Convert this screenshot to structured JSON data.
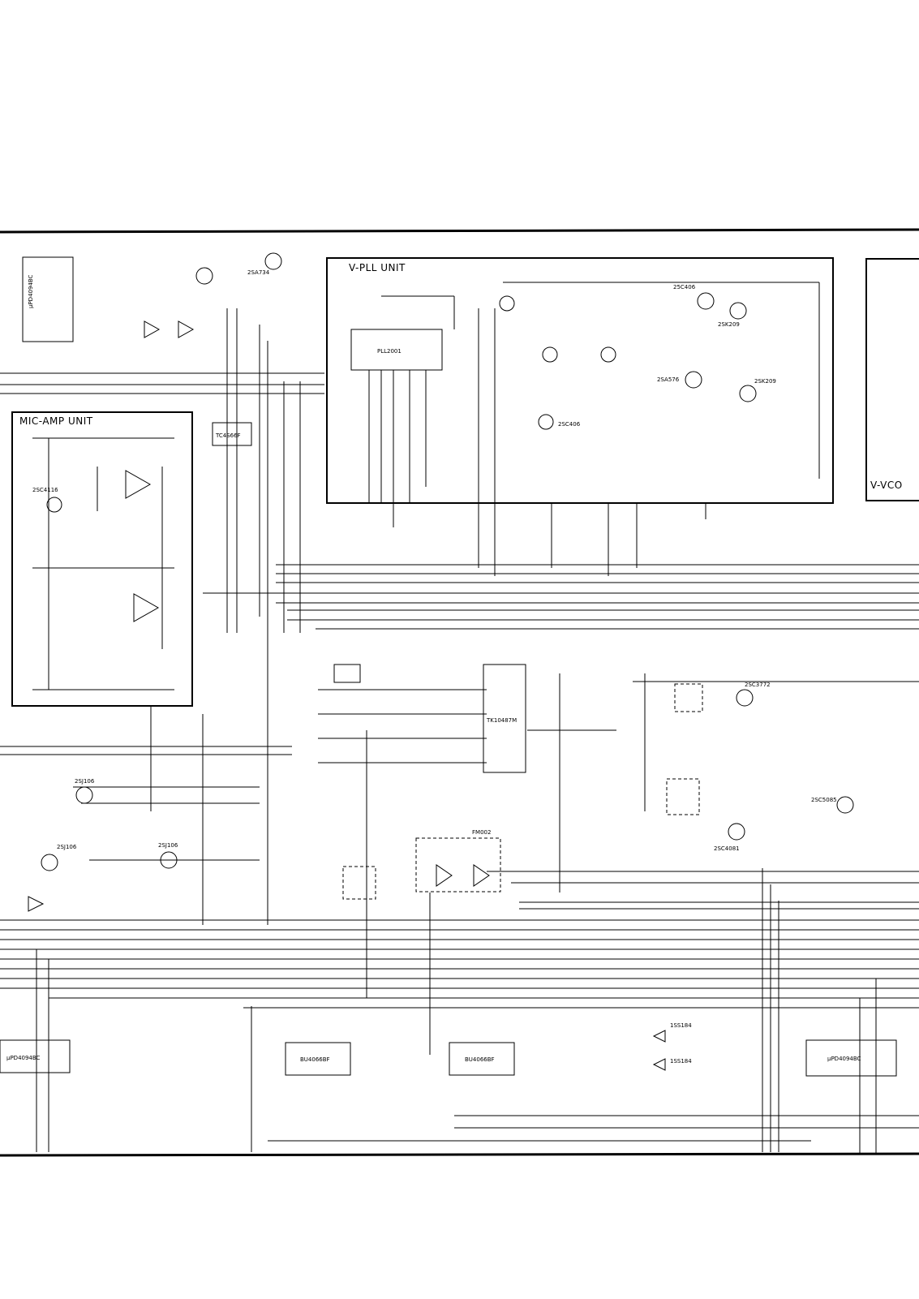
{
  "units": {
    "v_pll": "V-PLL UNIT",
    "mic_amp": "MIC-AMP UNIT",
    "v_vco": "V-VCO"
  },
  "parts": {
    "q4": "25C406",
    "q5": "2SK209",
    "q6": "2SK209",
    "q7": "2SA576",
    "q8": "2SA734",
    "d2": "2SC406",
    "q1_mic": "2SC4116",
    "q18": "2SJ106",
    "q17": "2SJ106",
    "q19": "2SJ106",
    "q22": "2SC5085",
    "q20": "2SC4081",
    "q21": "FM002",
    "q48": "2SC3772",
    "d24": "1SS184",
    "d25": "1SS184",
    "ic1_pll": "PLL2001",
    "ic4": "TK10487M",
    "ic9": "BU4066BF",
    "ic10": "BU4066BF",
    "ic_left_top": "µPD4094BC",
    "ic_left_bottom": "µPD4094BC",
    "ic_right_bottom": "µPD4094BC",
    "ic3": "TC4S66F"
  }
}
